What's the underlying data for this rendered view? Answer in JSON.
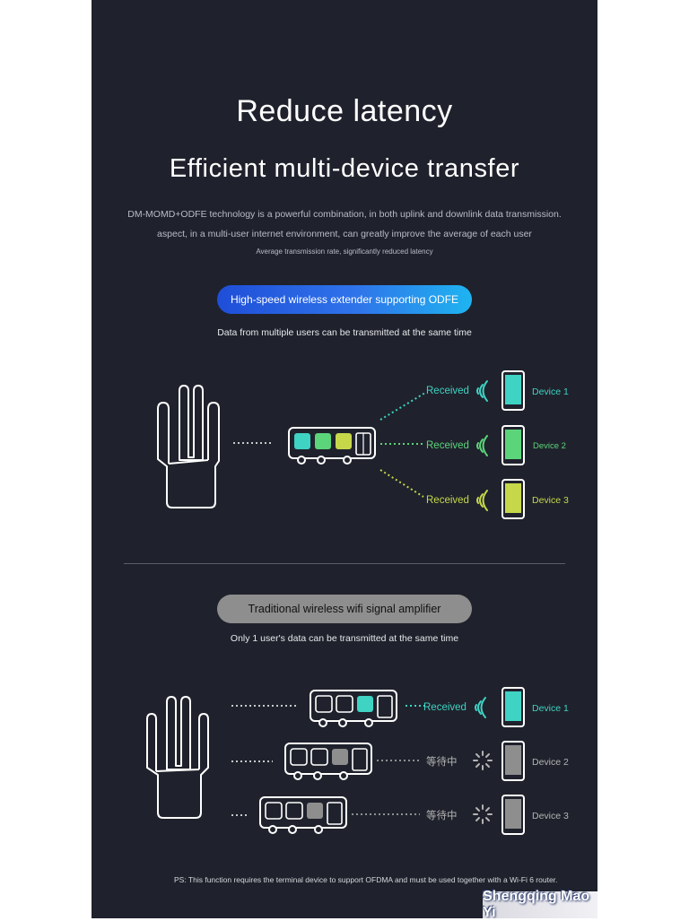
{
  "header": {
    "title": "Reduce latency",
    "subtitle": "Efficient multi-device transfer",
    "description_line1": "DM-MOMD+ODFE technology is a powerful combination, in both uplink and downlink data transmission.",
    "description_line2": "aspect, in a multi-user internet environment, can greatly improve the average of each user",
    "description_line3": "Average transmission rate, significantly reduced latency"
  },
  "odfe_section": {
    "badge": "High-speed wireless extender supporting ODFE",
    "caption": "Data from multiple users can be transmitted at the same time",
    "rows": [
      {
        "status": "Received",
        "device": "Device 1"
      },
      {
        "status": "Received",
        "device": "Device 2"
      },
      {
        "status": "Received",
        "device": "Device 3"
      }
    ]
  },
  "traditional_section": {
    "badge": "Traditional wireless wifi signal amplifier",
    "caption": "Only 1 user's data can be transmitted at the same time",
    "rows": [
      {
        "status": "Received",
        "device": "Device 1"
      },
      {
        "status": "等待中",
        "device": "Device 2"
      },
      {
        "status": "等待中",
        "device": "Device 3"
      }
    ]
  },
  "footer": {
    "note": "PS: This function requires the terminal device to support OFDMA and must be used together with a Wi-Fi 6 router.",
    "watermark": "Shengqing Mao Yi"
  },
  "colors": {
    "background": "#1f222c",
    "cyan": "#3fd3c4",
    "green": "#5cd47a",
    "yellow": "#c6d84a",
    "grey": "#8e8e8e"
  }
}
